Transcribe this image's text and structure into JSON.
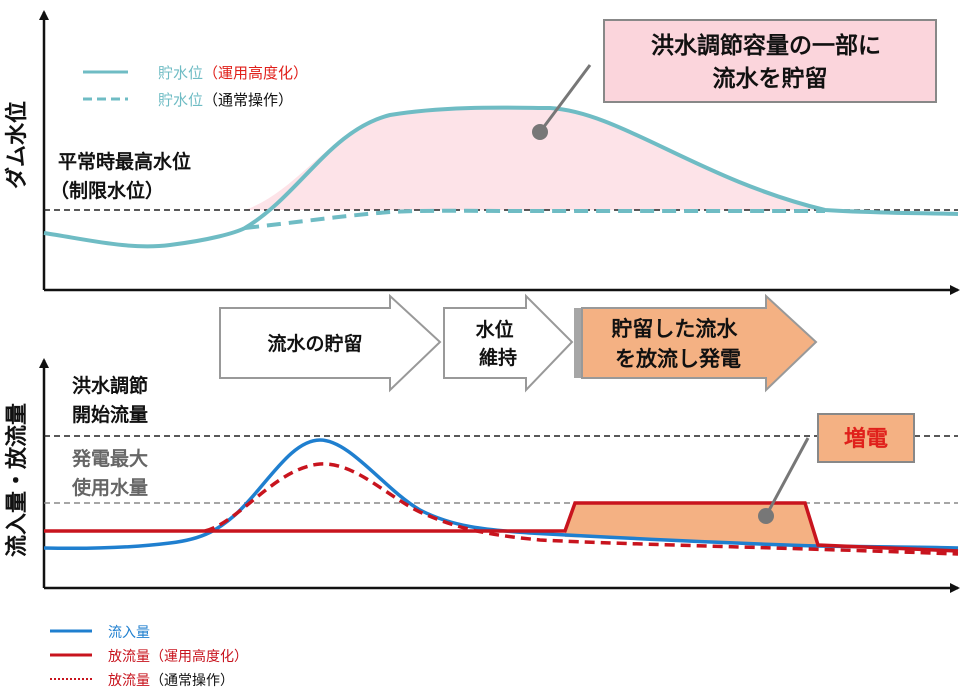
{
  "top_chart": {
    "y_axis_label": "ダム水位",
    "reference_line_label": [
      "平常時最高水位",
      "（制限水位）"
    ],
    "legend": {
      "solid": {
        "prefix": "貯水位",
        "suffix": "（運用高度化）"
      },
      "dashed": {
        "prefix": "貯水位",
        "suffix": "（通常操作）"
      }
    },
    "callout": [
      "洪水調節容量の一部に",
      "流水を貯留"
    ],
    "colors": {
      "line": "#6fbcc4",
      "fill": "#fde3e8",
      "callout_fill": "#fbd5dc",
      "legend_suffix_red": "#e0201b"
    }
  },
  "phases": [
    {
      "label": [
        "流水の貯留"
      ]
    },
    {
      "label": [
        "水位",
        "維持"
      ]
    },
    {
      "label": [
        "貯留した流水",
        "を放流し発電"
      ]
    }
  ],
  "bottom_chart": {
    "y_axis_label": "流入量・放流量",
    "flood_control_line_label": [
      "洪水調節",
      "開始流量"
    ],
    "max_generation_line_label": [
      "発電最大",
      "使用水量"
    ],
    "callout": "増電",
    "legend": {
      "inflow": {
        "text": "流入量"
      },
      "release_advanced": {
        "prefix": "放流量",
        "suffix": "（運用高度化）"
      },
      "release_normal": {
        "prefix": "放流量",
        "suffix": "（通常操作）"
      }
    },
    "colors": {
      "inflow": "#1f7fcf",
      "release": "#c8141e",
      "boost_fill": "#f4b183",
      "callout_text": "#e0201b"
    }
  }
}
